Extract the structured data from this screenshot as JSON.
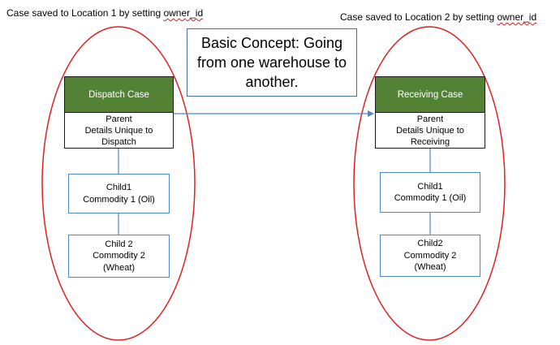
{
  "captions": {
    "left": {
      "prefix": "Case saved to Location 1 by setting ",
      "highlight": "owner_id"
    },
    "right": {
      "prefix": "Case saved to Location 2 by setting ",
      "highlight": "owner_id"
    }
  },
  "concept": {
    "line1": "Basic Concept: Going",
    "line2": "from one warehouse to",
    "line3": "another."
  },
  "dispatch": {
    "header": "Dispatch Case",
    "parent": [
      "Parent",
      "Details Unique to",
      "Dispatch"
    ],
    "child1": [
      "Child1",
      "Commodity 1 (Oil)"
    ],
    "child2": [
      "Child 2",
      "Commodity 2",
      "(Wheat)"
    ]
  },
  "receiving": {
    "header": "Receiving Case",
    "parent": [
      "Parent",
      "Details Unique to",
      "Receiving"
    ],
    "child1": [
      "Child1",
      "Commodity 1 (Oil)"
    ],
    "child2": [
      "Child2",
      "Commodity 2",
      "(Wheat)"
    ]
  },
  "colors": {
    "header_fill": "#548235",
    "group_ellipse": "#e02020",
    "connector": "#4f86c6",
    "concept_border": "#41719c"
  }
}
